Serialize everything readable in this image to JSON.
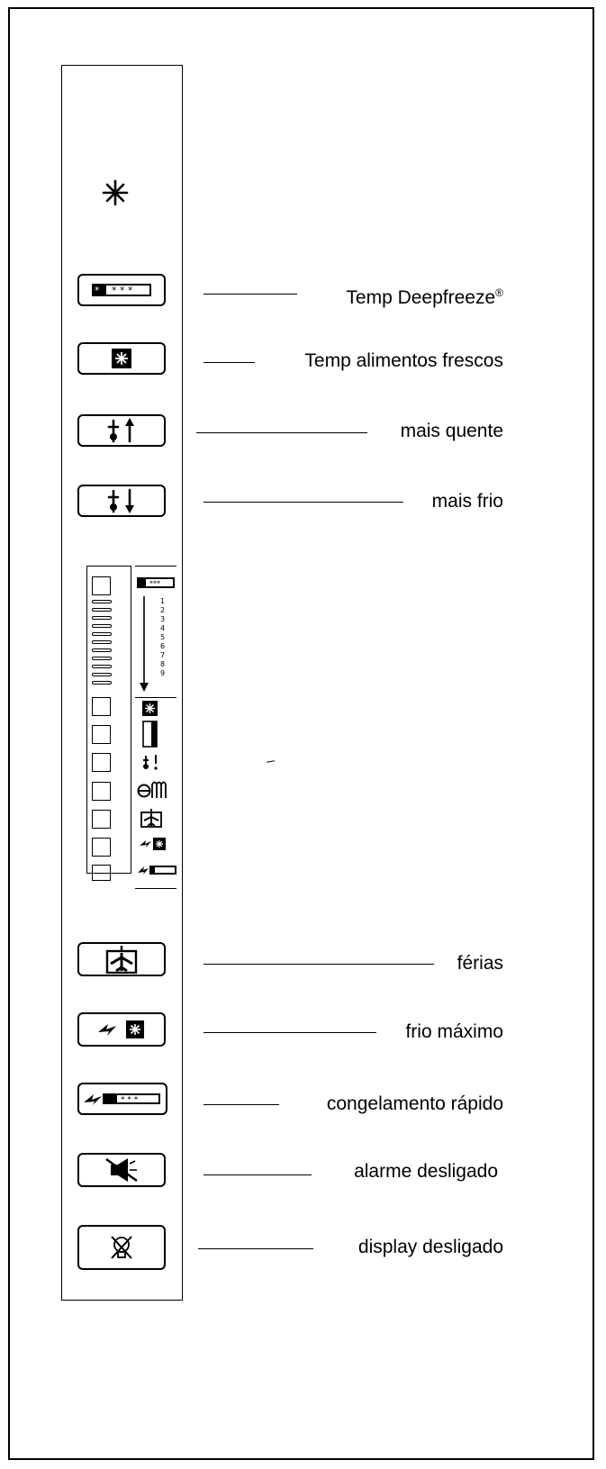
{
  "labels": {
    "temp_deepfreeze": "Temp Deepfreeze",
    "registered": "®",
    "temp_alimentos": "Temp alimentos frescos",
    "mais_quente": "mais quente",
    "mais_frio": "mais frio",
    "ferias": "férias",
    "frio_maximo": "frio máximo",
    "congelamento": "congelamento rápido",
    "alarme": "alarme desligado",
    "display": "display desligado"
  },
  "scale": [
    "1",
    "2",
    "3",
    "4",
    "5",
    "6",
    "7",
    "8",
    "9"
  ],
  "icons": {
    "top": "snowflake-icon",
    "deepfreeze": "deepfreeze-stars-icon",
    "fresh": "fresh-food-icon",
    "warmer": "thermometer-up-icon",
    "colder": "thermometer-down-icon",
    "holiday": "airplane-icon",
    "max_cold": "max-cold-icon",
    "fast_freeze": "fast-freeze-icon",
    "alarm_off": "alarm-off-icon",
    "display_off": "display-off-icon"
  }
}
